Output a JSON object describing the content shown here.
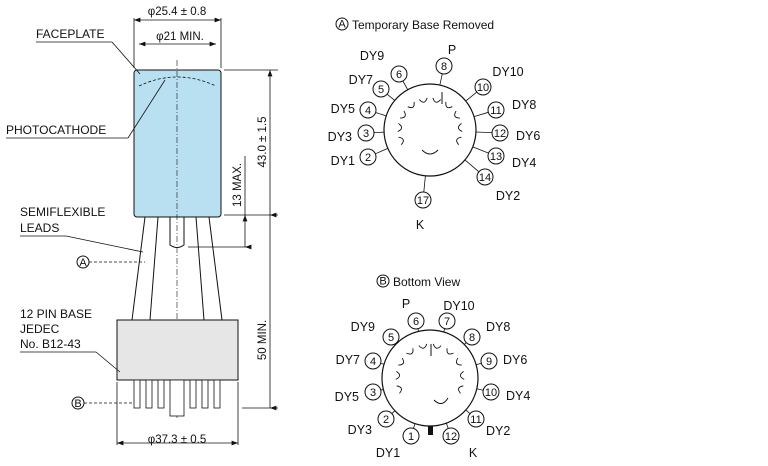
{
  "tube_labels": {
    "faceplate": "FACEPLATE",
    "photocathode": "PHOTOCATHODE",
    "semiflexible_1": "SEMIFLEXIBLE",
    "semiflexible_2": "LEADS",
    "base_1": "12 PIN BASE",
    "base_2": "JEDEC",
    "base_3": "No. B12-43"
  },
  "dimensions": {
    "outer_diameter": "φ25.4 ± 0.8",
    "min_diameter": "φ21 MIN.",
    "length": "43.0 ± 1.5",
    "max_13": "13 MAX.",
    "min_50": "50 MIN.",
    "base_diameter": "φ37.3 ± 0.5"
  },
  "markers": {
    "a": "A",
    "b": "B"
  },
  "views": {
    "temporary": {
      "title": "Temporary Base Removed",
      "pins": [
        {
          "num": "2",
          "label": "DY1"
        },
        {
          "num": "3",
          "label": "DY3"
        },
        {
          "num": "4",
          "label": "DY5"
        },
        {
          "num": "5",
          "label": "DY7"
        },
        {
          "num": "6",
          "label": "DY9"
        },
        {
          "num": "8",
          "label": "P"
        },
        {
          "num": "10",
          "label": "DY10"
        },
        {
          "num": "11",
          "label": "DY8"
        },
        {
          "num": "12",
          "label": "DY6"
        },
        {
          "num": "13",
          "label": "DY4"
        },
        {
          "num": "14",
          "label": "DY2"
        },
        {
          "num": "17",
          "label": "K"
        }
      ]
    },
    "bottom": {
      "title": "Bottom View",
      "pins": [
        {
          "num": "1",
          "label": "DY1"
        },
        {
          "num": "2",
          "label": "DY3"
        },
        {
          "num": "3",
          "label": "DY5"
        },
        {
          "num": "4",
          "label": "DY7"
        },
        {
          "num": "5",
          "label": "DY9"
        },
        {
          "num": "6",
          "label": "P"
        },
        {
          "num": "7",
          "label": "DY10"
        },
        {
          "num": "8",
          "label": "DY8"
        },
        {
          "num": "9",
          "label": "DY6"
        },
        {
          "num": "10",
          "label": "DY4"
        },
        {
          "num": "11",
          "label": "DY2"
        },
        {
          "num": "12",
          "label": "K"
        }
      ]
    }
  }
}
